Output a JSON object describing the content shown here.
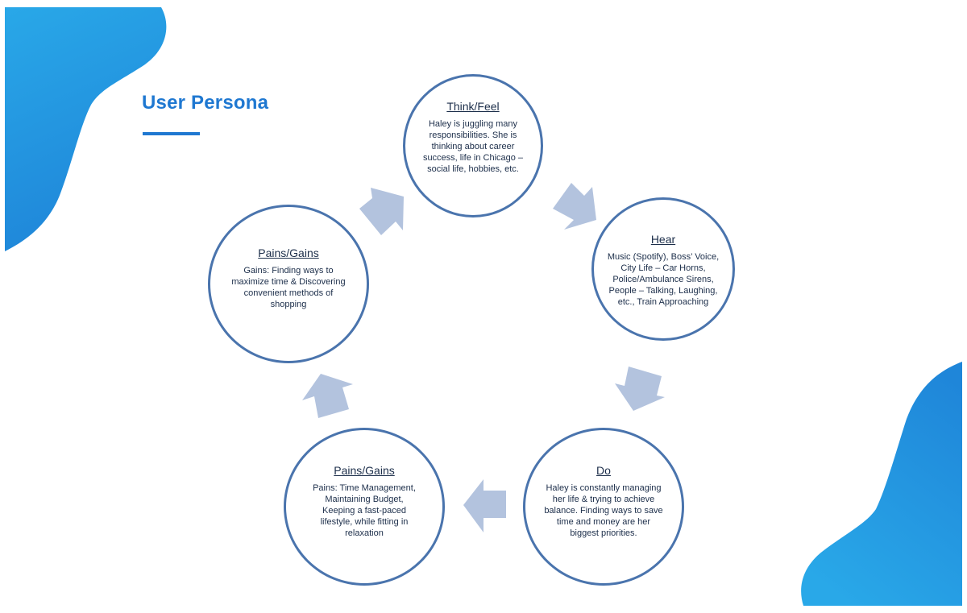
{
  "slide": {
    "title": "User Persona",
    "accent_color": "#1f78d1",
    "circle_border_color": "#4a74ad",
    "arrow_color": "#b3c3de",
    "blob_gradient": [
      "#29a8e8",
      "#1f86d9"
    ]
  },
  "cycle": {
    "nodes": [
      {
        "id": "think-feel",
        "heading": "Think/Feel",
        "body": "Haley is juggling many responsibilities. She is thinking about career success, life in Chicago – social life, hobbies, etc."
      },
      {
        "id": "hear",
        "heading": "Hear",
        "body": "Music (Spotify), Boss’ Voice, City Life – Car Horns, Police/Ambulance Sirens, People – Talking, Laughing, etc., Train Approaching"
      },
      {
        "id": "do",
        "heading": "Do",
        "body": "Haley is constantly managing her life & trying to achieve balance. Finding ways to save time and money are her biggest priorities."
      },
      {
        "id": "pains",
        "heading": "Pains/Gains",
        "body": "Pains: Time Management, Maintaining Budget, Keeping a fast-paced lifestyle, while fitting in relaxation"
      },
      {
        "id": "gains",
        "heading": "Pains/Gains",
        "body": "Gains: Finding ways to maximize time & Discovering convenient methods of shopping"
      }
    ]
  }
}
